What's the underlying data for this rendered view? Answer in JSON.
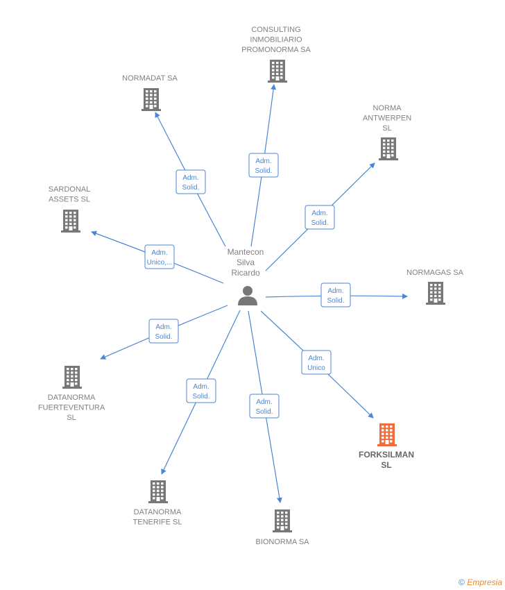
{
  "center": {
    "name_lines": [
      "Mantecon",
      "Silva",
      "Ricardo"
    ],
    "icon": "person-icon"
  },
  "companies": [
    {
      "key": "consulting",
      "lines": [
        "CONSULTING",
        "INMOBILIARIO",
        "PROMONORMA SA"
      ],
      "edge": [
        "Adm.",
        "Solid."
      ]
    },
    {
      "key": "normadat",
      "lines": [
        "NORMADAT SA"
      ],
      "edge": [
        "Adm.",
        "Solid."
      ]
    },
    {
      "key": "norma-antwerpen",
      "lines": [
        "NORMA",
        "ANTWERPEN",
        "SL"
      ],
      "edge": [
        "Adm.",
        "Solid."
      ]
    },
    {
      "key": "sardonal",
      "lines": [
        "SARDONAL",
        "ASSETS  SL"
      ],
      "edge": [
        "Adm.",
        "Unico,..."
      ]
    },
    {
      "key": "normagas",
      "lines": [
        "NORMAGAS SA"
      ],
      "edge": [
        "Adm.",
        "Solid."
      ]
    },
    {
      "key": "datanorma-fuerteventura",
      "lines": [
        "DATANORMA",
        "FUERTEVENTURA",
        "SL"
      ],
      "edge": [
        "Adm.",
        "Solid."
      ]
    },
    {
      "key": "forksilman",
      "lines": [
        "FORKSILMAN",
        "SL"
      ],
      "edge": [
        "Adm.",
        "Unico"
      ],
      "highlight": true
    },
    {
      "key": "datanorma-tenerife",
      "lines": [
        "DATANORMA",
        "TENERIFE  SL"
      ],
      "edge": [
        "Adm.",
        "Solid."
      ]
    },
    {
      "key": "bionorma",
      "lines": [
        "BIONORMA SA"
      ],
      "edge": [
        "Adm.",
        "Solid."
      ]
    }
  ],
  "colors": {
    "edge": "#4a86d4",
    "building": "#777777",
    "building_highlight": "#f26b3a"
  },
  "footer": {
    "copyright": "©",
    "brand": "Empresia"
  }
}
